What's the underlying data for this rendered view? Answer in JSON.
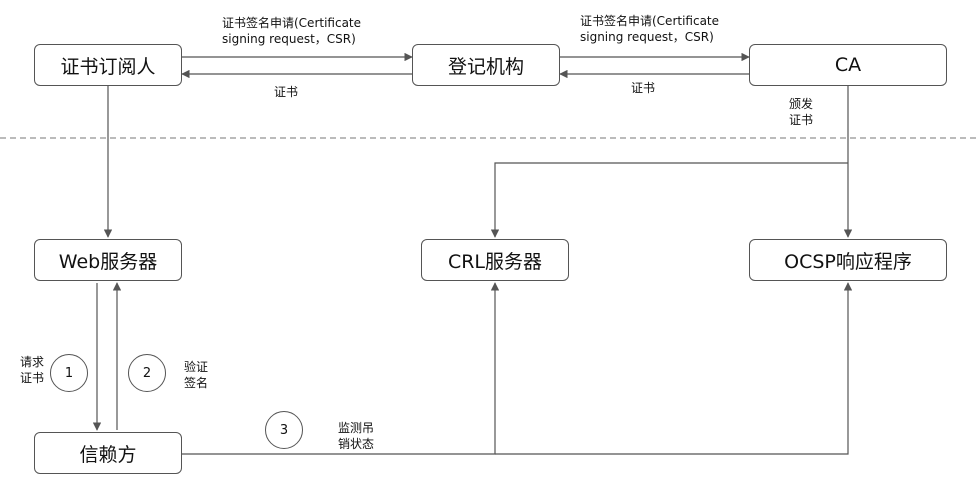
{
  "nodes": {
    "subscriber": "证书订阅人",
    "ra": "登记机构",
    "ca": "CA",
    "web_server": "Web服务器",
    "crl_server": "CRL服务器",
    "ocsp": "OCSP响应程序",
    "relying_party": "信赖方"
  },
  "edges": {
    "csr_1": {
      "line1": "证书签名申请(Certificate",
      "line2": "signing request，CSR)"
    },
    "csr_2": {
      "line1": "证书签名申请(Certificate",
      "line2": "signing request，CSR)"
    },
    "cert_1": "证书",
    "cert_2": "证书",
    "issue": {
      "line1": "颁发",
      "line2": "证书"
    },
    "request": {
      "line1": "请求",
      "line2": "证书"
    },
    "verify": {
      "line1": "验证",
      "line2": "签名"
    },
    "monitor": {
      "line1": "监测吊",
      "line2": "销状态"
    }
  },
  "steps": {
    "one": "1",
    "two": "2",
    "three": "3"
  },
  "colors": {
    "line": "#555555",
    "dashed": "#777777",
    "text": "#111111"
  }
}
